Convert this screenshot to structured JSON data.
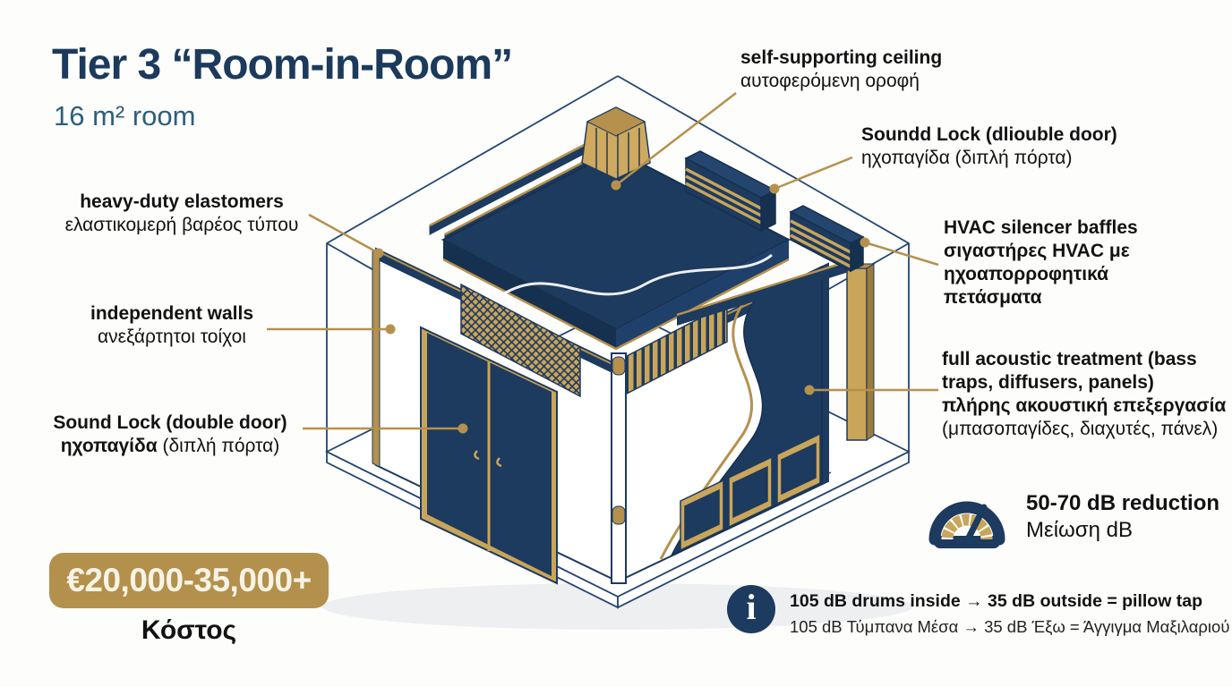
{
  "title": {
    "main": "Tier 3 “Room-in-Room”",
    "subtitle": "16 m² room"
  },
  "labels": {
    "ceiling": {
      "en": "self-supporting ceiling",
      "el": "αυτοφερόμενη οροφή"
    },
    "sound_lock_top": {
      "en": "Soundd Lock (dliouble door)",
      "el": "ηχοπαγίδα (διπλή πόρτα)"
    },
    "hvac": {
      "en": "HVAC silencer baffles",
      "el": "σιγαστήρες HVAC με ηχοαπορροφητικά πετάσματα"
    },
    "elastomers": {
      "en": "heavy-duty elastomers",
      "el": "ελαστικομερή βαρέος τύπου"
    },
    "walls": {
      "en": "independent walls",
      "el": "ανεξάρτητοι τοίχοι"
    },
    "sound_lock_left": {
      "en": "Sound Lock (double door)",
      "el_bold": "ηχοπαγίδα",
      "el_rest": " (διπλή πόρτα)"
    },
    "acoustic": {
      "en": "full acoustic treatment (bass traps, diffusers, panels)",
      "el_bold": "πλήρης ακουστική επεξεργασία",
      "el_rest": "(μπασοπαγίδες, διαχυτές, πάνελ)"
    }
  },
  "reduction": {
    "en": "50-70 dB reduction",
    "el": "Μείωση dB"
  },
  "cost": {
    "value": "€20,000-35,000+",
    "label": "Κόστος"
  },
  "info": {
    "en": "105 dB drums inside → 35 dB outside = pillow tap",
    "el": "105 dB Τύμπανα Μέσα → 35 dB Έξω = Άγγιγμα Μαξιλαριού"
  },
  "icons": {
    "gauge": "gauge-icon",
    "info": "info-icon"
  },
  "colors": {
    "navy": "#1d3a5f",
    "navy_dark": "#16304f",
    "gold": "#b5914d",
    "gold_light": "#cfa95e",
    "cream": "#f8f3e6",
    "title_navy": "#1c3a5c",
    "subtitle_blue": "#2e5e7a",
    "ink": "#111111"
  }
}
